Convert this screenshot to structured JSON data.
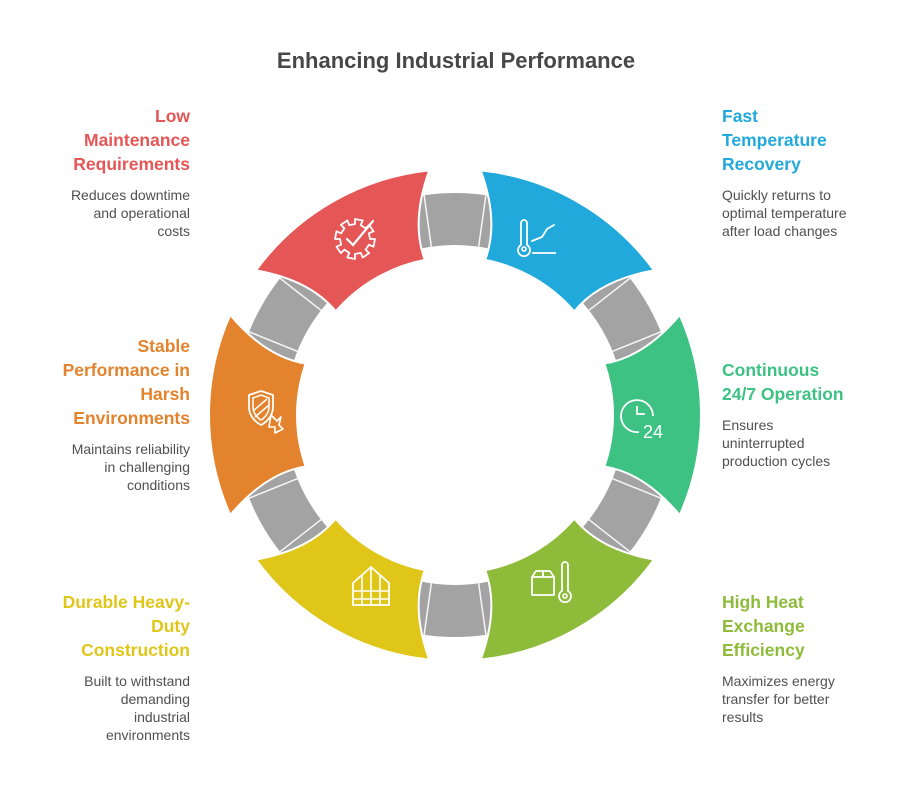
{
  "title": "Enhancing Industrial Performance",
  "colors": {
    "connector": "#a3a3a3",
    "outline": "#ffffff",
    "title": "#474747",
    "description": "#505050"
  },
  "items": [
    {
      "id": "low-maintenance",
      "title": "Low Maintenance Requirements",
      "title_lines": [
        "Low",
        "Maintenance",
        "Requirements"
      ],
      "description_lines": [
        "Reduces downtime",
        "and operational",
        "costs"
      ],
      "color": "#e55656",
      "icon": "gear-check-icon",
      "side": "left"
    },
    {
      "id": "fast-temperature-recovery",
      "title": "Fast Temperature Recovery",
      "title_lines": [
        "Fast",
        "Temperature",
        "Recovery"
      ],
      "description_lines": [
        "Quickly returns to",
        "optimal temperature",
        "after load changes"
      ],
      "color": "#22a9db",
      "icon": "thermometer-trend-icon",
      "side": "right"
    },
    {
      "id": "continuous-operation",
      "title": "Continuous 24/7 Operation",
      "title_lines": [
        "Continuous",
        "24/7 Operation"
      ],
      "description_lines": [
        "Ensures",
        "uninterrupted",
        "production cycles"
      ],
      "color": "#3dc284",
      "icon": "clock-24-icon",
      "side": "right"
    },
    {
      "id": "high-heat-exchange",
      "title": "High Heat Exchange Efficiency",
      "title_lines": [
        "High Heat",
        "Exchange",
        "Efficiency"
      ],
      "description_lines": [
        "Maximizes energy",
        "transfer for better",
        "results"
      ],
      "color": "#8fbb3b",
      "icon": "box-thermometer-icon",
      "side": "right"
    },
    {
      "id": "durable-construction",
      "title": "Durable Heavy-Duty Construction",
      "title_lines": [
        "Durable Heavy-",
        "Duty",
        "Construction"
      ],
      "description_lines": [
        "Built to withstand",
        "demanding",
        "industrial",
        "environments"
      ],
      "color": "#e0c619",
      "icon": "greenhouse-frame-icon",
      "side": "left"
    },
    {
      "id": "stable-performance",
      "title": "Stable Performance in Harsh Environments",
      "title_lines": [
        "Stable",
        "Performance in",
        "Harsh",
        "Environments"
      ],
      "description_lines": [
        "Maintains reliability",
        "in challenging",
        "conditions"
      ],
      "color": "#e3832d",
      "icon": "shield-bolt-icon",
      "side": "left"
    }
  ]
}
